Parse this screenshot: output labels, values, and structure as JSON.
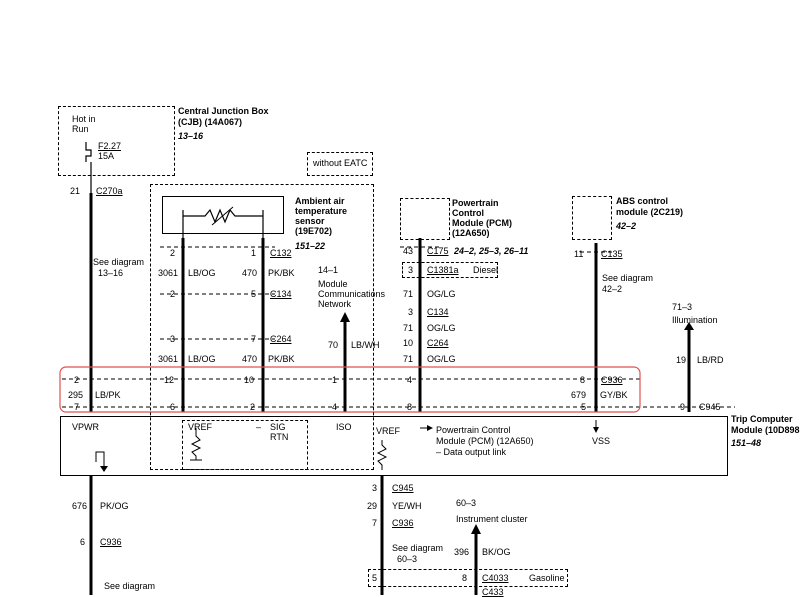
{
  "cjb": {
    "title": "Central Junction Box",
    "subtitle": "(CJB) (14A067)",
    "ref": "13–16",
    "hot": "Hot in",
    "run": "Run",
    "fuse": "F2.27",
    "amps": "15A",
    "pin": "21",
    "conn": "C270a"
  },
  "without_eatc": "without EATC",
  "sensor": {
    "line1": "Ambient air",
    "line2": "temperature",
    "line3": "sensor",
    "line4": "(19E702)",
    "ref": "151–22",
    "conn_top": "C132",
    "pin_l1": "2",
    "pin_r1": "1",
    "wire_l": "3061",
    "color_l": "LB/OG",
    "wire_r": "470",
    "color_r": "PK/BK",
    "pin_l2": "2",
    "pin_r2": "5",
    "conn2": "C134",
    "pin_l3": "3",
    "pin_r3": "7",
    "conn3": "C264",
    "wire_l2": "3061",
    "color_l2": "LB/OG",
    "wire_r2": "470",
    "color_r2": "PK/BK"
  },
  "network": {
    "ref": "14–1",
    "line1": "Module",
    "line2": "Communications",
    "line3": "Network",
    "wire": "70",
    "color": "LB/WH"
  },
  "pcm": {
    "line1": "Powertrain",
    "line2": "Control",
    "line3": "Module (PCM)",
    "line4": "(12A650)",
    "pin1": "43",
    "conn1": "C175",
    "refs": "24–2, 25–3, 26–11",
    "pin2": "3",
    "conn2": "C1381a",
    "diesel": "Diesel",
    "wire1": "71",
    "color1": "OG/LG",
    "pin3": "3",
    "conn3": "C134",
    "wire2": "71",
    "color2": "OG/LG",
    "pin4": "10",
    "conn4": "C264",
    "wire3": "71",
    "color3": "OG/LG"
  },
  "abs": {
    "line1": "ABS control",
    "line2": "module (2C219)",
    "ref": "42–2",
    "pin": "11",
    "conn": "C135",
    "see": "See diagram",
    "see_ref": "42–2"
  },
  "illumination": {
    "ref": "71–3",
    "label": "Illumination",
    "wire": "19",
    "color": "LB/RD"
  },
  "see_left": {
    "text": "See diagram",
    "ref": "13–16"
  },
  "harness": {
    "vpwr_pin_top": "2",
    "vpwr_wire": "295",
    "vpwr_color": "LB/PK",
    "vpwr_pin_bot": "7",
    "s_top_l": "12",
    "s_bot_l": "6",
    "s_top_r": "10",
    "s_bot_r": "2",
    "net_top": "1",
    "net_bot": "4",
    "pcm_top": "4",
    "pcm_bot": "8",
    "vss_top": "8",
    "vss_conn": "C936",
    "vss_wire": "679",
    "vss_color": "GY/BK",
    "vss_bot": "5",
    "illum_pin": "9",
    "illum_conn": "C945"
  },
  "tcm": {
    "title": "Trip Computer",
    "subtitle": "Module (10D898",
    "ref": "151–48",
    "vpwr": "VPWR",
    "vref": "VREF",
    "dash": "–",
    "sig": "SIG",
    "rtn": "RTN",
    "iso": "ISO",
    "vref2": "VREF",
    "vss": "VSS"
  },
  "pcm_note": {
    "line1": "Powertrain Control",
    "line2": "Module (PCM) (12A650)",
    "line3": "– Data output link"
  },
  "bottom_left": {
    "wire": "676",
    "color": "PK/OG",
    "pin": "6",
    "conn": "C936",
    "see": "See diagram"
  },
  "bottom_mid": {
    "pin1": "3",
    "conn1": "C945",
    "wire": "29",
    "color": "YE/WH",
    "pin2": "7",
    "conn2": "C936",
    "see": "See diagram",
    "see_ref": "60–3",
    "pin3": "5",
    "pin4": "8",
    "conn3": "C4033",
    "gasoline": "Gasoline",
    "conn4": "C433"
  },
  "cluster": {
    "ref": "60–3",
    "label": "Instrument cluster",
    "wire": "396",
    "color": "BK/OG"
  },
  "colors": {
    "ink": "#000000",
    "highlight": "#e05050",
    "paper": "#ffffff"
  }
}
